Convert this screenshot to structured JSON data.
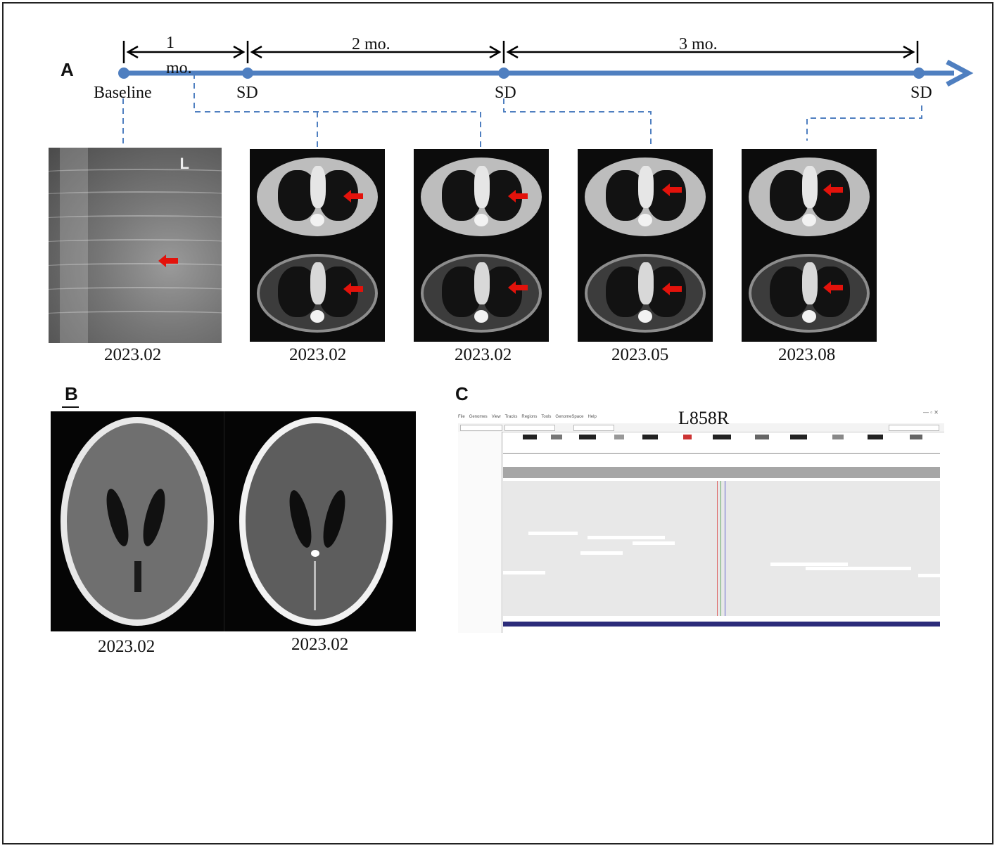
{
  "panels": {
    "a": "A",
    "b": "B",
    "c": "C"
  },
  "timeline": {
    "intervals": [
      "1",
      "mo.",
      "2 mo.",
      "3 mo."
    ],
    "points": [
      "Baseline",
      "SD",
      "SD",
      "SD"
    ]
  },
  "panel_a": {
    "xray_label": "L",
    "captions": [
      "2023.02",
      "2023.02",
      "2023.02",
      "2023.05",
      "2023.08"
    ]
  },
  "panel_b": {
    "captions": [
      "2023.02",
      "2023.02"
    ]
  },
  "panel_c": {
    "mutation": "L858R",
    "menu": [
      "File",
      "Genomes",
      "View",
      "Tracks",
      "Regions",
      "Tools",
      "GenomeSpace",
      "Help"
    ]
  },
  "colors": {
    "timeline": "#4f7fc0",
    "arrow": "#e3120b"
  }
}
